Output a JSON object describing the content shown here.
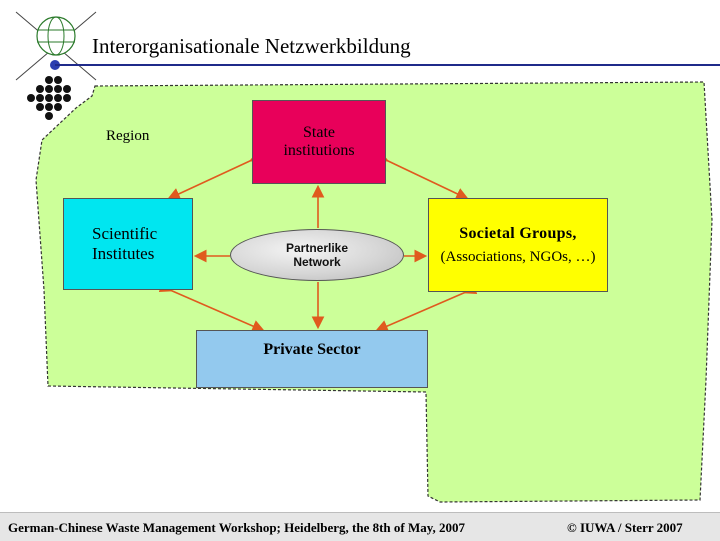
{
  "title": "Interorganisationale Netzwerkbildung",
  "region_label": "Region",
  "boxes": {
    "state": {
      "line1": "State",
      "line2": "institutions"
    },
    "scientific": {
      "line1": "Scientific",
      "line2": "Institutes"
    },
    "societal": {
      "line1": "Societal Groups,",
      "line2": "(Associations, NGOs, …)"
    },
    "private": {
      "label": "Private Sector"
    }
  },
  "network": {
    "line1": "Partnerlike",
    "line2": "Network"
  },
  "footer": {
    "left": "German-Chinese Waste Management Workshop; Heidelberg, the 8th of May, 2007",
    "right": "© IUWA / Sterr 2007"
  },
  "colors": {
    "region_fill": "#ccff99",
    "state_fill": "#e8005a",
    "scientific_fill": "#00e6f0",
    "societal_fill": "#ffff00",
    "private_fill": "#93c9ee",
    "connector": "#e05a1e",
    "title_rule": "#1f2a8a"
  },
  "icons": [
    "globe-icon",
    "diamond-dots-logo"
  ]
}
